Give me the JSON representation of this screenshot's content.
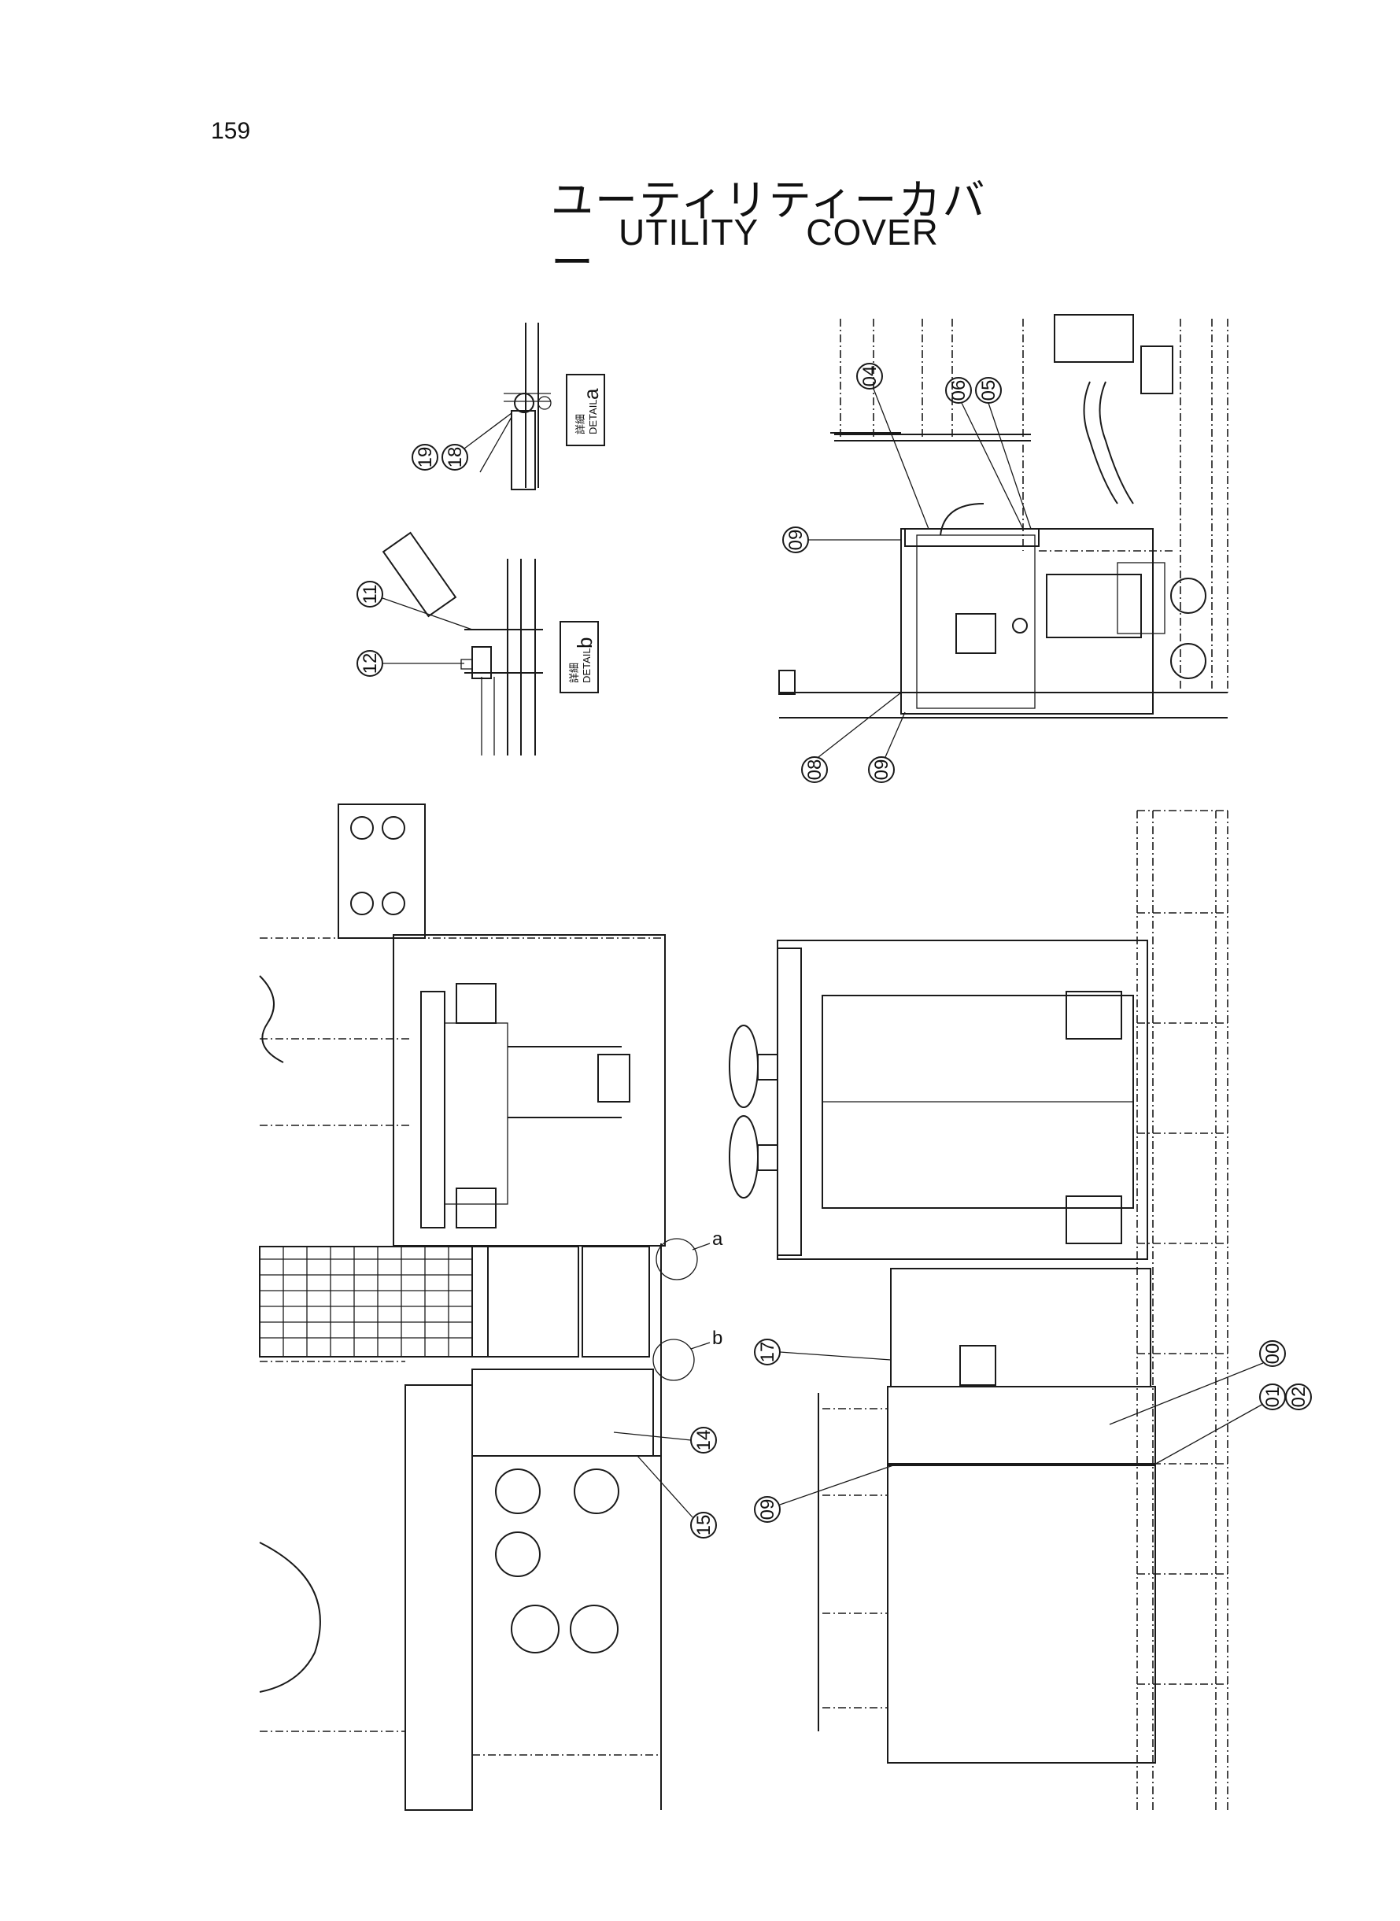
{
  "page_number": "159",
  "title_jp": "ユーティリティーカバー",
  "title_en_parts": [
    "UTILITY",
    "COVER"
  ],
  "detail_boxes": [
    {
      "id": "detail-a",
      "jp": "詳細",
      "en": "DETAIL",
      "letter": "a"
    },
    {
      "id": "detail-b",
      "jp": "詳細",
      "en": "DETAIL",
      "letter": "b"
    }
  ],
  "detail_markers": [
    "a",
    "b"
  ],
  "callouts": {
    "c19": "19",
    "c18": "18",
    "c11": "11",
    "c12": "12",
    "c04": "04",
    "c06": "06",
    "c05": "05",
    "c09a": "09",
    "c08": "08",
    "c09b": "09",
    "c00": "00",
    "c17": "17",
    "c01": "01",
    "c02": "02",
    "c09c": "09",
    "c14": "14",
    "c15": "15"
  }
}
